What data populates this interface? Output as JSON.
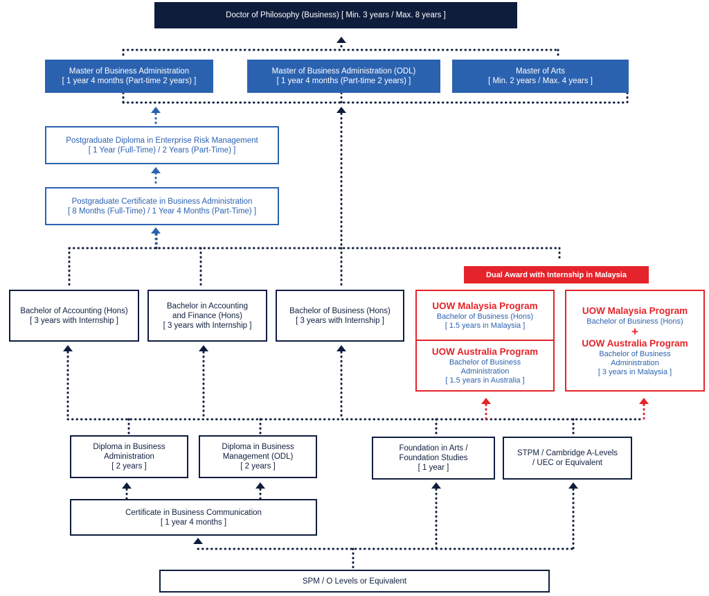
{
  "phd": {
    "line1": "Doctor of Philosophy (Business) [ Min. 3 years / Max. 8 years ]"
  },
  "masters": [
    {
      "line1": "Master of Business Administration",
      "line2": "[ 1 year 4 months (Part-time 2 years) ]"
    },
    {
      "line1": "Master of Business Administration (ODL)",
      "line2": "[ 1 year 4 months (Part-time 2 years) ]"
    },
    {
      "line1": "Master of Arts",
      "line2": "[ Min. 2 years / Max. 4 years ]"
    }
  ],
  "postgrad_diploma": {
    "line1": "Postgraduate Diploma in Enterprise Risk Management",
    "line2": "[ 1 Year (Full-Time) / 2 Years (Part-Time) ]"
  },
  "postgrad_certificate": {
    "line1": "Postgraduate Certificate in Business Administration",
    "line2": "[ 8 Months (Full-Time) / 1 Year 4 Months (Part-Time) ]"
  },
  "bachelors": [
    {
      "line1": "Bachelor of Accounting (Hons)",
      "line2": "[ 3 years with Internship ]"
    },
    {
      "line1": "Bachelor in Accounting",
      "line2": "and Finance (Hons)",
      "line3": "[ 3 years with Internship ]"
    },
    {
      "line1": "Bachelor of Business (Hons)",
      "line2": "[ 3 years with Internship ]"
    }
  ],
  "dual_award": {
    "banner": "Dual Award with Internship in Malaysia",
    "option_a": {
      "top_title": "UOW Malaysia Program",
      "top_line1": "Bachelor of Business (Hons)",
      "top_line2": "[ 1.5 years in Malaysia ]",
      "bottom_title": "UOW Australia Program",
      "bottom_line1": "Bachelor of Business",
      "bottom_line2": "Administration",
      "bottom_line3": "[ 1.5 years in Australia ]"
    },
    "option_b": {
      "title1": "UOW Malaysia Program",
      "line1": "Bachelor of Business (Hons)",
      "plus": "+",
      "title2": "UOW Australia Program",
      "line2": "Bachelor of Business",
      "line3": "Administration",
      "line4": "[ 3 years in Malaysia ]"
    }
  },
  "diplomas": [
    {
      "line1": "Diploma in Business",
      "line2": "Administration",
      "line3": "[ 2 years ]"
    },
    {
      "line1": "Diploma in Business",
      "line2": "Management (ODL)",
      "line3": "[ 2 years ]"
    }
  ],
  "pre_university": [
    {
      "line1": "Foundation in Arts /",
      "line2": "Foundation Studies",
      "line3": "[ 1 year ]"
    },
    {
      "line1": "STPM / Cambridge A-Levels",
      "line2": "/ UEC or Equivalent"
    }
  ],
  "certificate": {
    "line1": "Certificate in Business Communication",
    "line2": "[ 1 year 4 months ]"
  },
  "entry": {
    "line1": "SPM / O Levels or Equivalent"
  },
  "colors": {
    "navy": "#0f1d3d",
    "blue": "#2b62b0",
    "red": "#e5232a"
  }
}
